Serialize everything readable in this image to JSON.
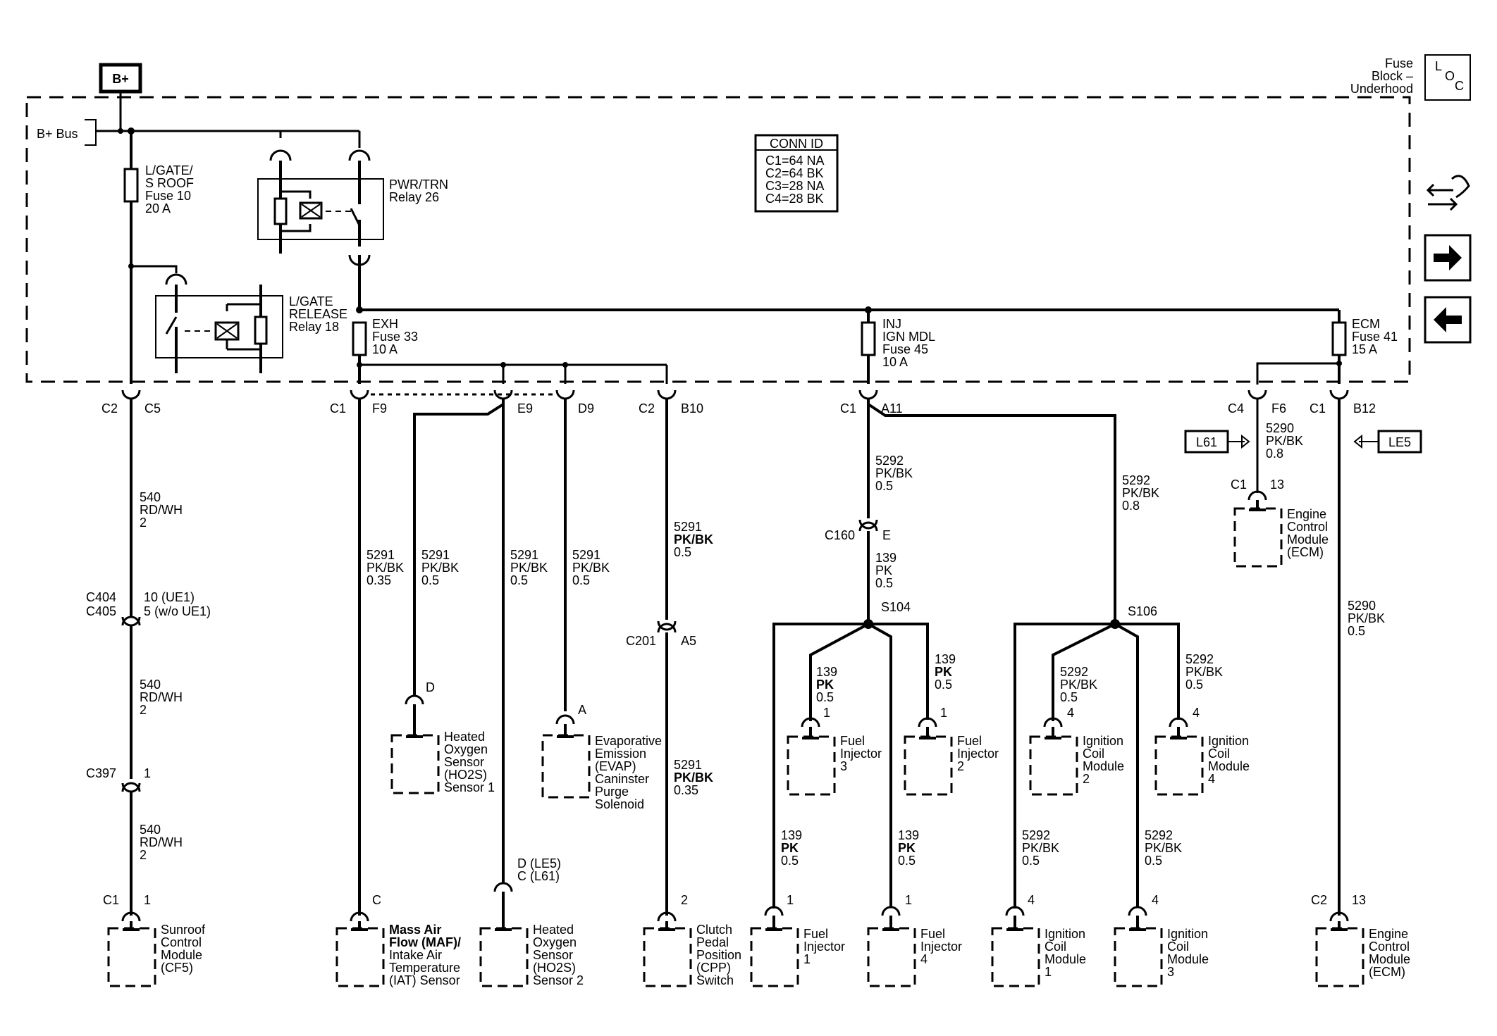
{
  "header": {
    "power_label": "B+",
    "location_line1": "Fuse",
    "location_line2": "Block –",
    "location_line3": "Underhood",
    "loc_letters": [
      "L",
      "O",
      "C"
    ]
  },
  "fuse_block": {
    "bus_label": "B+ Bus",
    "conn_id": {
      "title": "CONN ID",
      "rows": [
        "C1=64 NA",
        "C2=64 BK",
        "C3=28 NA",
        "C4=28 BK"
      ]
    },
    "fuse_lgate": [
      "L/GATE/",
      "S ROOF",
      "Fuse 10",
      "20 A"
    ],
    "relay_pwrtrn": [
      "PWR/TRN",
      "Relay 26"
    ],
    "relay_lgate": [
      "L/GATE",
      "RELEASE",
      "Relay 18"
    ],
    "fuse_exh": [
      "EXH",
      "Fuse 33",
      "10 A"
    ],
    "fuse_inj": [
      "INJ",
      "IGN MDL",
      "Fuse 45",
      "10 A"
    ],
    "fuse_ecm": [
      "ECM",
      "Fuse 41",
      "15 A"
    ]
  },
  "nav_icons": [
    "wrench-icon",
    "right-arrow-icon",
    "left-arrow-icon"
  ],
  "connectors": {
    "c2": "C2",
    "c5": "C5",
    "c1a": "C1",
    "f9": "F9",
    "e9": "E9",
    "d9": "D9",
    "c2b": "C2",
    "b10": "B10",
    "c1b": "C1",
    "a11": "A11",
    "c4": "C4",
    "f6": "F6",
    "c1c": "C1",
    "b12": "B12",
    "c404": "C404",
    "c405": "C405",
    "c404_pins_1": "10 (UE1)",
    "c404_pins_2": "5 (w/o UE1)",
    "c397": "C397",
    "c397_pin": "1",
    "c160": "C160",
    "c160_pin": "E",
    "c201": "C201",
    "c201_pin": "A5",
    "s104": "S104",
    "s106": "S106",
    "ecm_top_conn": "C1",
    "ecm_top_pin": "13",
    "d_le5": "D (LE5)",
    "c_l61": "C (L61)",
    "ho2s1_pin": "D",
    "evap_pin": "A"
  },
  "option_tags": {
    "l61": "L61",
    "le5": "LE5"
  },
  "wires": {
    "w540_a": [
      "540",
      "RD/WH",
      "2"
    ],
    "w540_b": [
      "540",
      "RD/WH",
      "2"
    ],
    "w540_c": [
      "540",
      "RD/WH",
      "2"
    ],
    "w5291_maf": [
      "5291",
      "PK/BK",
      "0.35"
    ],
    "w5291_ho2s1": [
      "5291",
      "PK/BK",
      "0.5"
    ],
    "w5291_ho2s2": [
      "5291",
      "PK/BK",
      "0.5"
    ],
    "w5291_evap": [
      "5291",
      "PK/BK",
      "0.5"
    ],
    "w5291_cpp_a": [
      "5291",
      "PK/BK",
      "0.5"
    ],
    "w5291_cpp_b": [
      "5291",
      "PK/BK",
      "0.35"
    ],
    "w5292_inj": [
      "5292",
      "PK/BK",
      "0.5"
    ],
    "w5292_ign": [
      "5292",
      "PK/BK",
      "0.8"
    ],
    "w139_main": [
      "139",
      "PK",
      "0.5"
    ],
    "w139_inj3": [
      "139",
      "PK",
      "0.5"
    ],
    "w139_inj2": [
      "139",
      "PK",
      "0.5"
    ],
    "w139_inj1": [
      "139",
      "PK",
      "0.5"
    ],
    "w139_inj4": [
      "139",
      "PK",
      "0.5"
    ],
    "w5292_ign2": [
      "5292",
      "PK/BK",
      "0.5"
    ],
    "w5292_ign4": [
      "5292",
      "PK/BK",
      "0.5"
    ],
    "w5292_ign1": [
      "5292",
      "PK/BK",
      "0.5"
    ],
    "w5292_ign3": [
      "5292",
      "PK/BK",
      "0.5"
    ],
    "w5290_a": [
      "5290",
      "PK/BK",
      "0.8"
    ],
    "w5290_b": [
      "5290",
      "PK/BK",
      "0.5"
    ]
  },
  "components": {
    "sunroof": {
      "conn": "C1",
      "pin": "1",
      "label": [
        "Sunroof",
        "Control",
        "Module",
        "(CF5)"
      ]
    },
    "maf": {
      "pin": "C",
      "label": [
        "Mass Air",
        "Flow (MAF)/",
        "Intake Air",
        "Temperature",
        "(IAT) Sensor"
      ]
    },
    "ho2s1": {
      "label": [
        "Heated",
        "Oxygen",
        "Sensor",
        "(HO2S)",
        "Sensor 1"
      ]
    },
    "ho2s2": {
      "label": [
        "Heated",
        "Oxygen",
        "Sensor",
        "(HO2S)",
        "Sensor 2"
      ]
    },
    "evap": {
      "label": [
        "Evaporative",
        "Emission",
        "(EVAP)",
        "Caninster",
        "Purge",
        "Solenoid"
      ]
    },
    "cpp": {
      "pin": "2",
      "label": [
        "Clutch",
        "Pedal",
        "Position",
        "(CPP)",
        "Switch"
      ]
    },
    "inj3": {
      "pin": "1",
      "label": [
        "Fuel",
        "Injector",
        "3"
      ]
    },
    "inj2": {
      "pin": "1",
      "label": [
        "Fuel",
        "Injector",
        "2"
      ]
    },
    "inj1": {
      "pin": "1",
      "label": [
        "Fuel",
        "Injector",
        "1"
      ]
    },
    "inj4": {
      "pin": "1",
      "label": [
        "Fuel",
        "Injector",
        "4"
      ]
    },
    "ign2": {
      "pin": "4",
      "label": [
        "Ignition",
        "Coil",
        "Module",
        "2"
      ]
    },
    "ign4": {
      "pin": "4",
      "label": [
        "Ignition",
        "Coil",
        "Module",
        "4"
      ]
    },
    "ign1": {
      "pin": "4",
      "label": [
        "Ignition",
        "Coil",
        "Module",
        "1"
      ]
    },
    "ign3": {
      "pin": "4",
      "label": [
        "Ignition",
        "Coil",
        "Module",
        "3"
      ]
    },
    "ecm_top": {
      "label": [
        "Engine",
        "Control",
        "Module",
        "(ECM)"
      ]
    },
    "ecm_bot": {
      "conn": "C2",
      "pin": "13",
      "label": [
        "Engine",
        "Control",
        "Module",
        "(ECM)"
      ]
    }
  }
}
